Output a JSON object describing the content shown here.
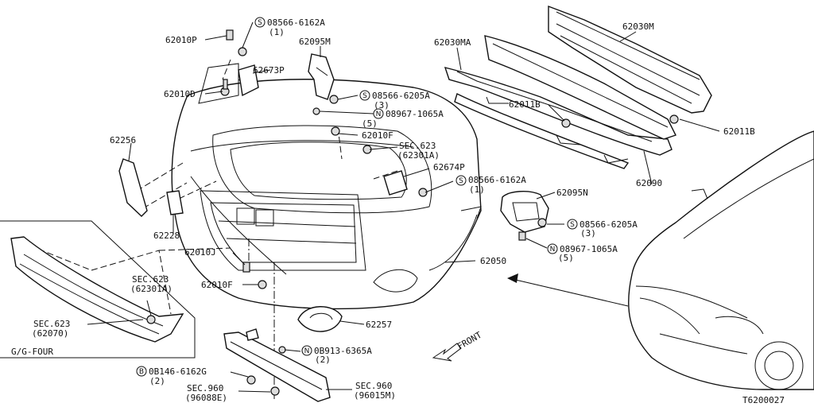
{
  "diagram_code": "T6200027",
  "front_label": "FRONT",
  "variant_label": "G/G-FOUR",
  "labels": {
    "p62010P": "62010P",
    "b08566_6162A_top": "08566-6162A",
    "q1_top": "(1)",
    "p62673P": "62673P",
    "p62095M": "62095M",
    "b08566_6205A_top": "08566-6205A",
    "q3_top": "(3)",
    "n08967_1065A_top": "08967-1065A",
    "q5_top": "(5)",
    "p62010D": "62010D",
    "p62010F_top": "62010F",
    "sec623_a": "SEC.623",
    "sec623_a_sub": "(62301A)",
    "p62674P": "62674P",
    "b08566_6162A_mid": "08566-6162A",
    "q1_mid": "(1)",
    "p62256": "62256",
    "p62228": "62228",
    "p62030MA": "62030MA",
    "p62030M": "62030M",
    "p62011B_a": "62011B",
    "p62011B_b": "62011B",
    "p62090": "62090",
    "p62095N": "62095N",
    "b08566_6205A_right": "08566-6205A",
    "q3_right": "(3)",
    "n08967_1065A_right": "08967-1065A",
    "q5_right": "(5)",
    "p62050": "62050",
    "p62010J": "62010J",
    "p62010F_bottom": "62010F",
    "sec623_b": "SEC.623",
    "sec623_b_sub": "(62301A)",
    "sec623_c": "SEC.623",
    "sec623_c_sub": "(62070)",
    "p62257": "62257",
    "n0B913_6365A": "0B913-6365A",
    "q2_mid": "(2)",
    "b0B146_6162G": "0B146-6162G",
    "q2_bottom": "(2)",
    "sec960_a": "SEC.960",
    "sec960_a_sub": "(96088E)",
    "sec960_b": "SEC.960",
    "sec960_b_sub": "(96015M)"
  },
  "symbols": {
    "screw": "S",
    "nut": "N",
    "bolt": "B"
  }
}
